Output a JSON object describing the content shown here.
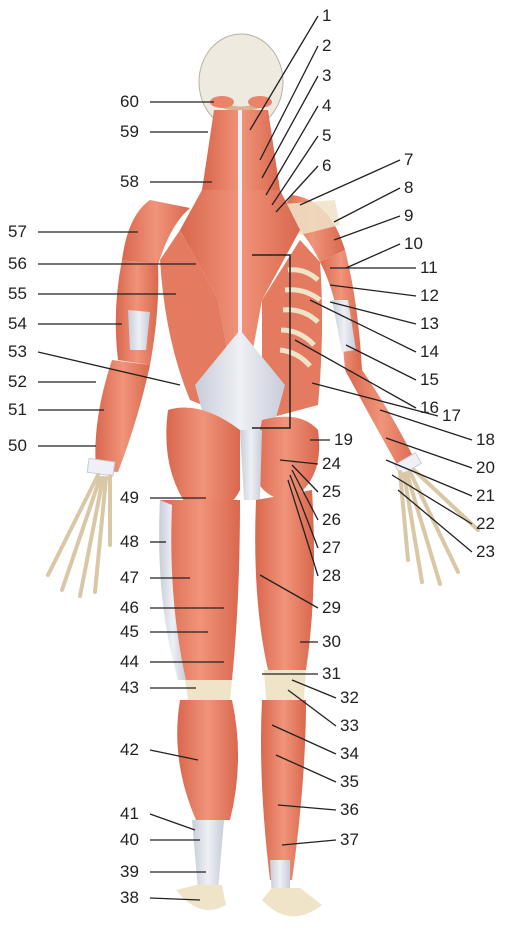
{
  "labels": [
    "1",
    "2",
    "3",
    "4",
    "5",
    "6",
    "7",
    "8",
    "9",
    "10",
    "11",
    "12",
    "13",
    "14",
    "15",
    "16",
    "17",
    "18",
    "19",
    "20",
    "21",
    "22",
    "23",
    "24",
    "25",
    "26",
    "27",
    "28",
    "29",
    "30",
    "31",
    "32",
    "33",
    "34",
    "35",
    "36",
    "37",
    "38",
    "39",
    "40",
    "41",
    "42",
    "43",
    "44",
    "45",
    "46",
    "47",
    "48",
    "49",
    "50",
    "51",
    "52",
    "53",
    "54",
    "55",
    "56",
    "57",
    "58",
    "59",
    "60"
  ],
  "colors": {
    "muscle": "#e9846a",
    "muscle_dark": "#c8553f",
    "tendon": "#d9dde6",
    "bone": "#efe3c8",
    "skull": "#eeeae0",
    "leader": "#222222"
  }
}
